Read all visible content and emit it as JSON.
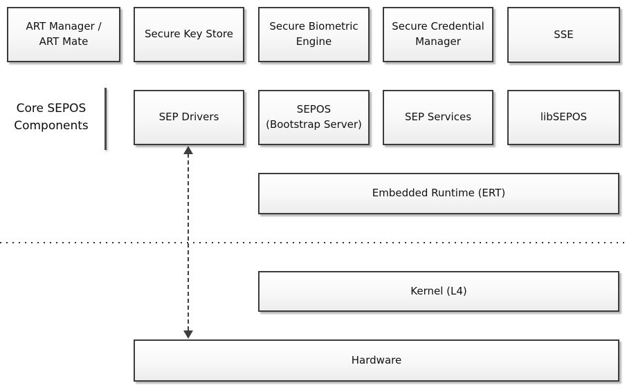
{
  "side_label": {
    "text": "Core SEPOS\nComponents"
  },
  "boxes": {
    "art_manager": {
      "label": "ART Manager /\nART Mate"
    },
    "secure_key_store": {
      "label": "Secure Key Store"
    },
    "secure_biometric_engine": {
      "label": "Secure Biometric\nEngine"
    },
    "secure_credential_manager": {
      "label": "Secure Credential\nManager"
    },
    "sse": {
      "label": "SSE"
    },
    "sep_drivers": {
      "label": "SEP Drivers"
    },
    "sepos_bootstrap_server": {
      "label": "SEPOS\n(Bootstrap Server)"
    },
    "sep_services": {
      "label": "SEP Services"
    },
    "libsepos": {
      "label": "libSEPOS"
    },
    "embedded_runtime": {
      "label": "Embedded Runtime (ERT)"
    },
    "kernel_l4": {
      "label": "Kernel (L4)"
    },
    "hardware": {
      "label": "Hardware"
    }
  },
  "connector": {
    "type": "dashed-double-arrow",
    "from": "SEP Drivers",
    "to": "Hardware"
  },
  "colors": {
    "box_border": "#3b3b3b",
    "box_fill_top": "#fefefe",
    "box_fill_bottom": "#ececec",
    "box_shadow": "#b9b9b9",
    "line": "#3f3f3f",
    "dotted_divider": "#2e2e2e",
    "text": "#101010",
    "background": "#ffffff"
  }
}
